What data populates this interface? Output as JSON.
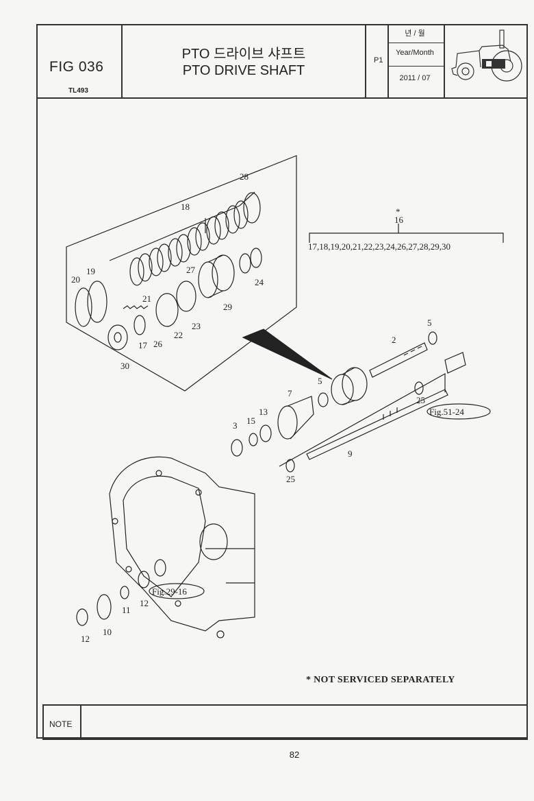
{
  "header": {
    "figure_number": "FIG 036",
    "model": "TL493",
    "title_korean": "PTO 드라이브 샤프트",
    "title_english": "PTO DRIVE SHAFT",
    "page_code": "P1",
    "year_month_korean": "년 / 월",
    "year_month_english": "Year/Month",
    "year_month_value": "2011 / 07",
    "thumbnail_icon": "tractor-icon"
  },
  "diagram": {
    "callouts": [
      "28",
      "18",
      "16",
      "19",
      "20",
      "21",
      "27",
      "24",
      "29",
      "22",
      "23",
      "26",
      "17",
      "30",
      "5",
      "2",
      "5",
      "7",
      "13",
      "15",
      "3",
      "25",
      "9",
      "25",
      "11",
      "12",
      "10",
      "12"
    ],
    "sub_assembly_star": "*",
    "sub_assembly_list": "17,18,19,20,21,22,23,24,26,27,28,29,30",
    "references": [
      "Fig.51-24",
      "Fig.29-16"
    ]
  },
  "footer": {
    "note_label": "NOTE",
    "footnote": "* NOT SERVICED SEPARATELY",
    "page_number": "82"
  },
  "colors": {
    "ink": "#222222",
    "paper": "#f6f6f4"
  }
}
